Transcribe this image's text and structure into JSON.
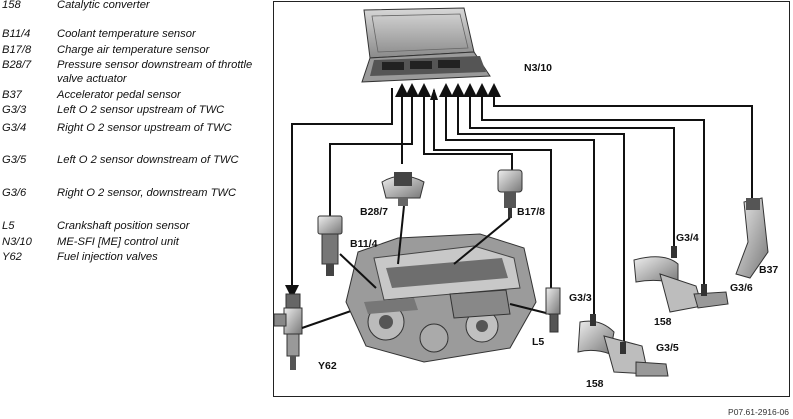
{
  "legend": [
    {
      "code": "158",
      "desc": "Catalytic converter"
    },
    {
      "code": "B11/4",
      "desc": "Coolant temperature sensor"
    },
    {
      "code": "B17/8",
      "desc": "Charge air temperature sensor"
    },
    {
      "code": "B28/7",
      "desc": "Pressure sensor downstream of throttle valve actuator"
    },
    {
      "code": "B37",
      "desc": "Accelerator pedal sensor"
    },
    {
      "code": "G3/3",
      "desc": "Left O 2 sensor upstream of TWC"
    },
    {
      "code": "G3/4",
      "desc": "Right O 2 sensor upstream of TWC"
    },
    {
      "code": "G3/5",
      "desc": "Left O 2 sensor downstream of TWC"
    },
    {
      "code": "G3/6",
      "desc": "Right O 2 sensor, downstream TWC"
    },
    {
      "code": "L5",
      "desc": "Crankshaft position sensor"
    },
    {
      "code": "N3/10",
      "desc": "ME-SFI [ME] control unit"
    },
    {
      "code": "Y62",
      "desc": "Fuel injection valves"
    }
  ],
  "figure": {
    "labels": {
      "n3_10": "N3/10",
      "b28_7": "B28/7",
      "b17_8": "B17/8",
      "b11_4": "B11/4",
      "g3_4": "G3/4",
      "b37": "B37",
      "g3_6": "G3/6",
      "g3_3": "G3/3",
      "c158a": "158",
      "l5": "L5",
      "g3_5": "G3/5",
      "y62": "Y62",
      "c158b": "158"
    }
  },
  "reference": "P07.61-2916-06"
}
